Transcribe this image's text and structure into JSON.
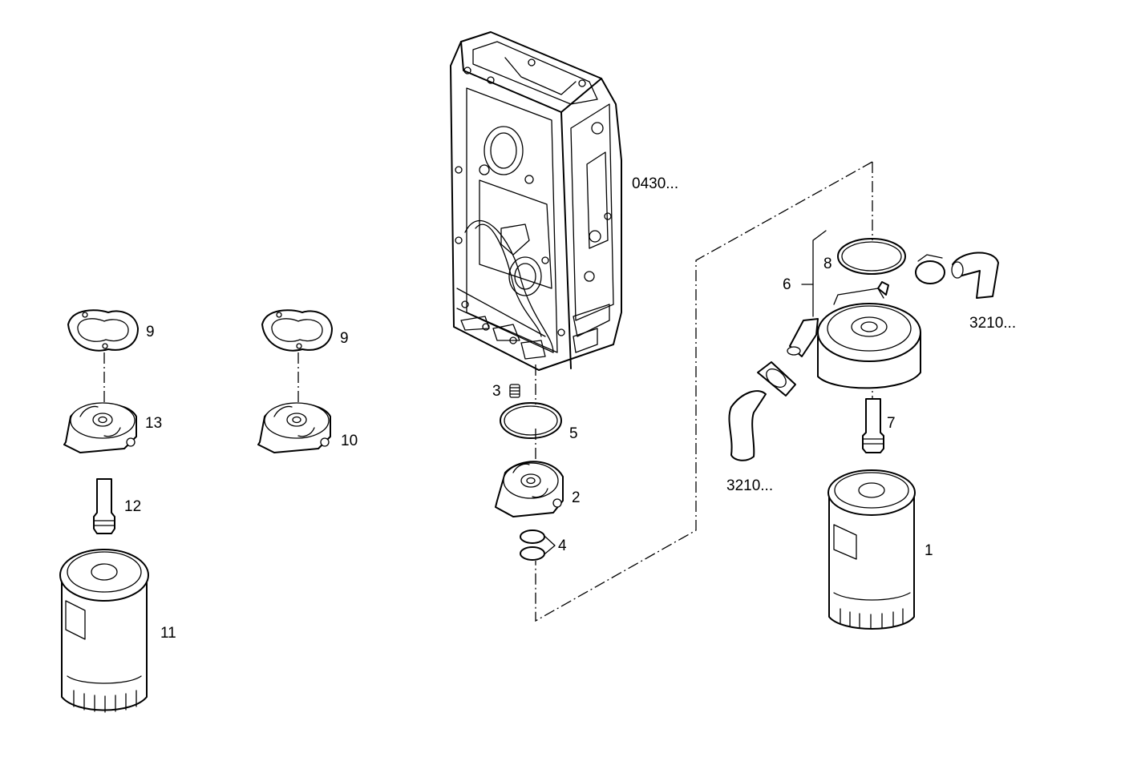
{
  "callouts": {
    "c1": "1",
    "c2": "2",
    "c3": "3",
    "c4": "4",
    "c5": "5",
    "c6": "6",
    "c7": "7",
    "c8": "8",
    "c9a": "9",
    "c9b": "9",
    "c10": "10",
    "c11": "11",
    "c12": "12",
    "c13": "13"
  },
  "references": {
    "housing_ref": "0430...",
    "hose_ref_right": "3210...",
    "hose_ref_lower": "3210..."
  },
  "colors": {
    "line": "#000000",
    "background": "#ffffff"
  }
}
